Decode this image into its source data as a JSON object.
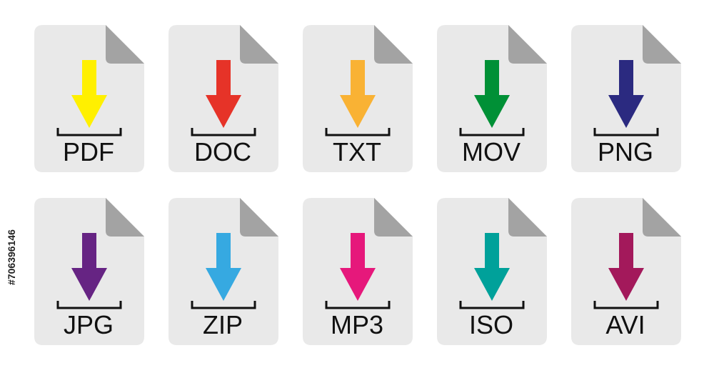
{
  "colors": {
    "page_bg": "#ffffff",
    "sheet_fill": "#e9e9e9",
    "fold_fill": "#a3a3a3",
    "bracket": "#111111",
    "label_text": "#111111"
  },
  "watermark_id": "#706396146",
  "file_icons": [
    {
      "label": "PDF",
      "arrow_color": "#fff000",
      "icon": "download-arrow-icon"
    },
    {
      "label": "DOC",
      "arrow_color": "#e63328",
      "icon": "download-arrow-icon"
    },
    {
      "label": "TXT",
      "arrow_color": "#f9b234",
      "icon": "download-arrow-icon"
    },
    {
      "label": "MOV",
      "arrow_color": "#009036",
      "icon": "download-arrow-icon"
    },
    {
      "label": "PNG",
      "arrow_color": "#2b2a80",
      "icon": "download-arrow-icon"
    },
    {
      "label": "JPG",
      "arrow_color": "#662483",
      "icon": "download-arrow-icon"
    },
    {
      "label": "ZIP",
      "arrow_color": "#36a9e1",
      "icon": "download-arrow-icon"
    },
    {
      "label": "MP3",
      "arrow_color": "#e6187b",
      "icon": "download-arrow-icon"
    },
    {
      "label": "ISO",
      "arrow_color": "#00a19a",
      "icon": "download-arrow-icon"
    },
    {
      "label": "AVI",
      "arrow_color": "#a3195b",
      "icon": "download-arrow-icon"
    }
  ]
}
